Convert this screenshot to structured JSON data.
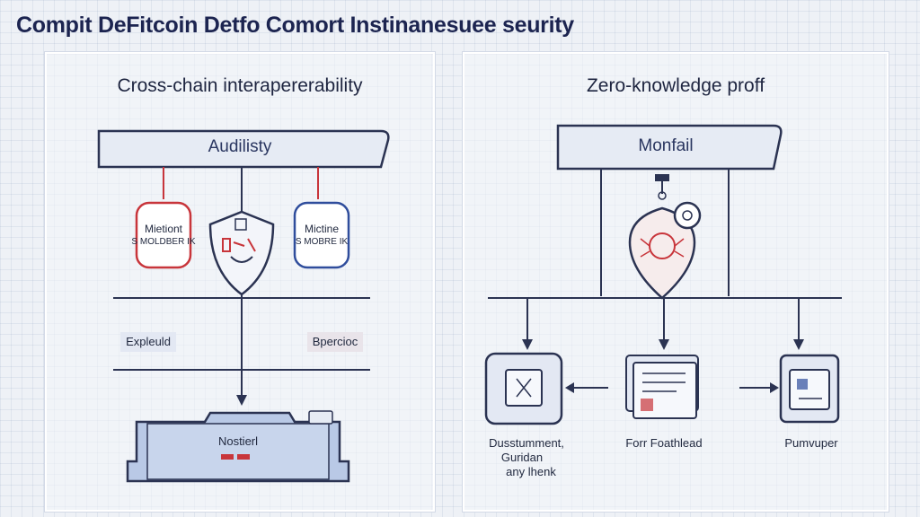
{
  "title": "Compit DeFitcoin Detfo Comort Instinanesuee seurity",
  "left": {
    "heading": "Cross-chain interapererability",
    "top_node": "Audilisty",
    "chip_left": {
      "line1": "Mietiont",
      "line2": "S MOLDBER IK"
    },
    "chip_right": {
      "line1": "Mictine",
      "line2": "S MOBRE IK"
    },
    "tag_left": "Expleuld",
    "tag_right": "Bpercioc",
    "bottom_node": "Nostierl",
    "colors": {
      "red": "#c8353b",
      "blue": "#2f4d9c",
      "navy": "#2b3352",
      "fill": "#b9c9e6"
    }
  },
  "right": {
    "heading": "Zero-knowledge proff",
    "top_node": "Monfail",
    "node_left_label": [
      "Dusstumment,",
      "Guridan",
      "any lhenk"
    ],
    "node_mid_label": "Forr Foathlead",
    "node_right_label": "Pumvuper"
  }
}
